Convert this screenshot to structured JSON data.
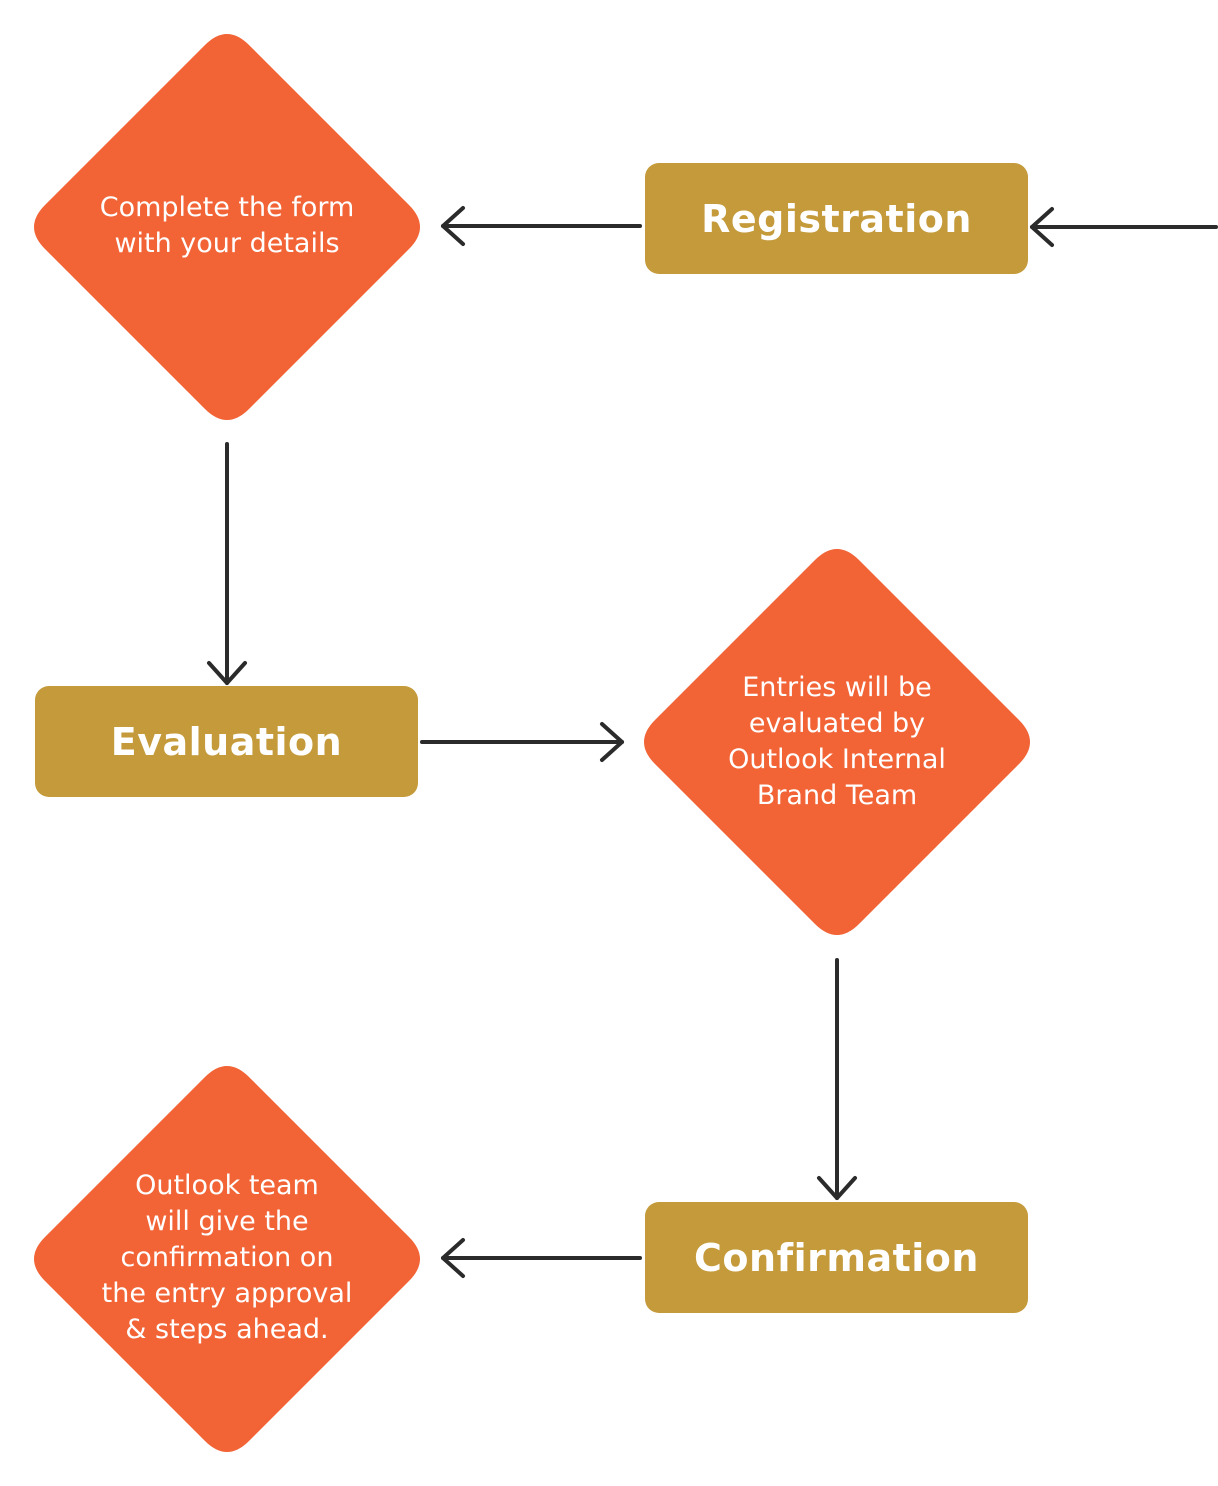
{
  "colors": {
    "box_fill": "#C49A3A",
    "diamond_fill": "#F26336",
    "arrow": "#2B2B2B",
    "text": "#FFFFFF"
  },
  "steps": {
    "registration": "Registration",
    "evaluation": "Evaluation",
    "confirmation": "Confirmation"
  },
  "decisions": {
    "complete_form": "Complete the form\nwith your details",
    "entries_evaluated": "Entries will be\nevaluated by\nOutlook Internal\nBrand Team",
    "team_confirmation": "Outlook team\nwill give the\nconfirmation on\nthe entry approval\n& steps ahead."
  }
}
